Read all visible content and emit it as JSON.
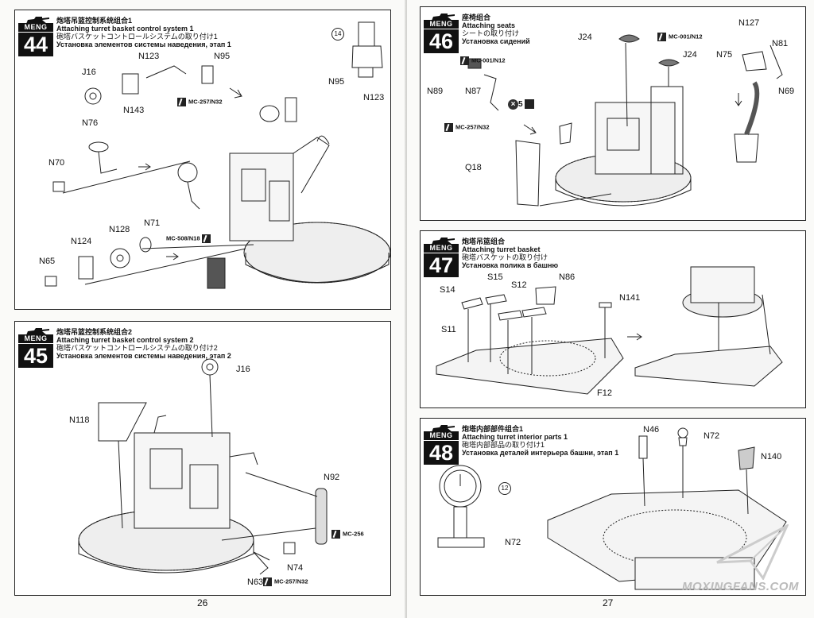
{
  "brand": "MENG",
  "pages": [
    {
      "number": "26"
    },
    {
      "number": "27"
    }
  ],
  "steps": {
    "s44": {
      "number": "44",
      "title_cn": "炮塔吊篮控制系统组合1",
      "title_en": "Attaching turret basket control system 1",
      "title_jp": "砲塔バスケットコントロールシステムの取り付け1",
      "title_ru": "Установка элементов системы наведения, этап 1",
      "labels": [
        "J16",
        "N143",
        "N123",
        "N95",
        "N76",
        "N70",
        "N124",
        "N128",
        "N71",
        "N65",
        "N95",
        "N123"
      ],
      "paints": [
        "MC-257/N32",
        "MC-508/N18"
      ],
      "callout": "14"
    },
    "s45": {
      "number": "45",
      "title_cn": "炮塔吊篮控制系统组合2",
      "title_en": "Attaching turret basket control system  2",
      "title_jp": "砲塔バスケットコントロールシステムの取り付け2",
      "title_ru": "Установка элементов системы наведения, этап 2",
      "labels": [
        "J16",
        "N118",
        "N92",
        "N74",
        "N63"
      ],
      "paints": [
        "MC-256",
        "MC-257/N32"
      ]
    },
    "s46": {
      "number": "46",
      "title_cn": "座椅组合",
      "title_en": "Attaching seats",
      "title_jp": "シートの取り付け",
      "title_ru": "Установка сидений",
      "labels": [
        "J24",
        "J24",
        "N127",
        "N75",
        "N81",
        "N69",
        "N89",
        "N87",
        "Q18"
      ],
      "paints": [
        "MC-001/N12",
        "MC-001/N12",
        "MC-257/N32"
      ],
      "times": "5"
    },
    "s47": {
      "number": "47",
      "title_cn": "炮塔吊篮组合",
      "title_en": "Attaching turret basket",
      "title_jp": "砲塔バスケットの取り付け",
      "title_ru": "Установка полика в башню",
      "labels": [
        "S14",
        "S15",
        "S12",
        "N86",
        "N141",
        "S11",
        "F12"
      ]
    },
    "s48": {
      "number": "48",
      "title_cn": "炮塔内部部件组合1",
      "title_en": "Attaching turret interior parts 1",
      "title_jp": "砲塔内部部品の取り付け1",
      "title_ru": "Установка деталей интерьера башни, этап 1",
      "labels": [
        "N46",
        "N72",
        "N140",
        "N72"
      ],
      "callout": "12"
    }
  },
  "watermark": "MOXINGFANS.COM"
}
